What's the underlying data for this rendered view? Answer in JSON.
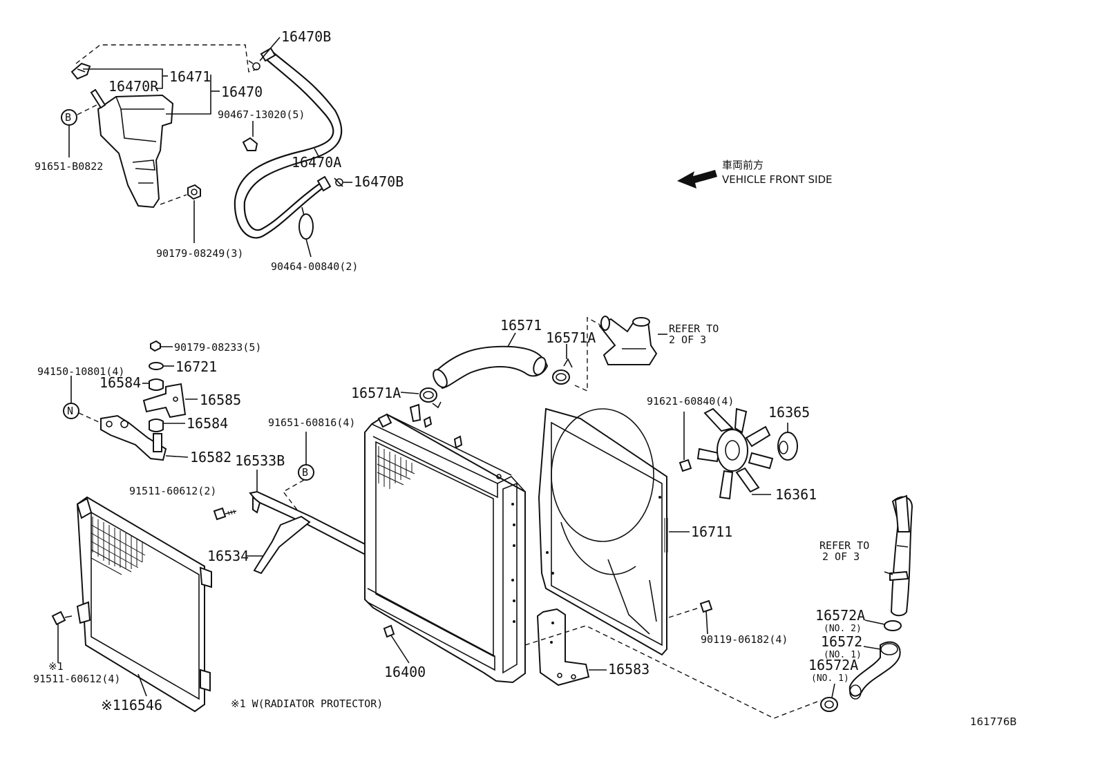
{
  "direction": {
    "jp": "車両前方",
    "en": "VEHICLE FRONT SIDE"
  },
  "labels": {
    "p16470B_top": "16470B",
    "p16471": "16471",
    "p16470R": "16470R",
    "p16470": "16470",
    "p90467": "90467-13020(5)",
    "p91651_B0822": "91651-B0822",
    "p16470A": "16470A",
    "p16470B_right": "16470B",
    "p90179_08249": "90179-08249(3)",
    "p90464": "90464-00840(2)",
    "p16571": "16571",
    "p16571A_right": "16571A",
    "p16571A_left": "16571A",
    "refer_top_1": "REFER TO",
    "refer_top_2": "2 OF 3",
    "p90179_08233": "90179-08233(5)",
    "p16721": "16721",
    "p94150": "94150-10801(4)",
    "p16584_a": "16584",
    "p16585": "16585",
    "p16584_b": "16584",
    "p16582": "16582",
    "p91651_60816": "91651-60816(4)",
    "p16533B": "16533B",
    "p91511_60612_2": "91511-60612(2)",
    "p16534": "16534",
    "p91621": "91621-60840(4)",
    "p16365": "16365",
    "p16361": "16361",
    "p16711": "16711",
    "refer_bot_1": "REFER TO",
    "refer_bot_2": "2 OF 3",
    "p16572A_no2": "16572A",
    "no2": "(NO. 2)",
    "p16572": "16572",
    "no1_a": "(NO. 1)",
    "p16572A_no1": "16572A",
    "no1_b": "(NO. 1)",
    "p90119": "90119-06182(4)",
    "p16583": "16583",
    "p16400": "16400",
    "mark1": "※1",
    "p91511_60612_4": "91511-60612(4)",
    "p16546": "※116546",
    "note": "※1 W(RADIATOR PROTECTOR)",
    "diagram_id": "161776B",
    "circle_B1": "B",
    "circle_B2": "B",
    "circle_N": "N"
  }
}
